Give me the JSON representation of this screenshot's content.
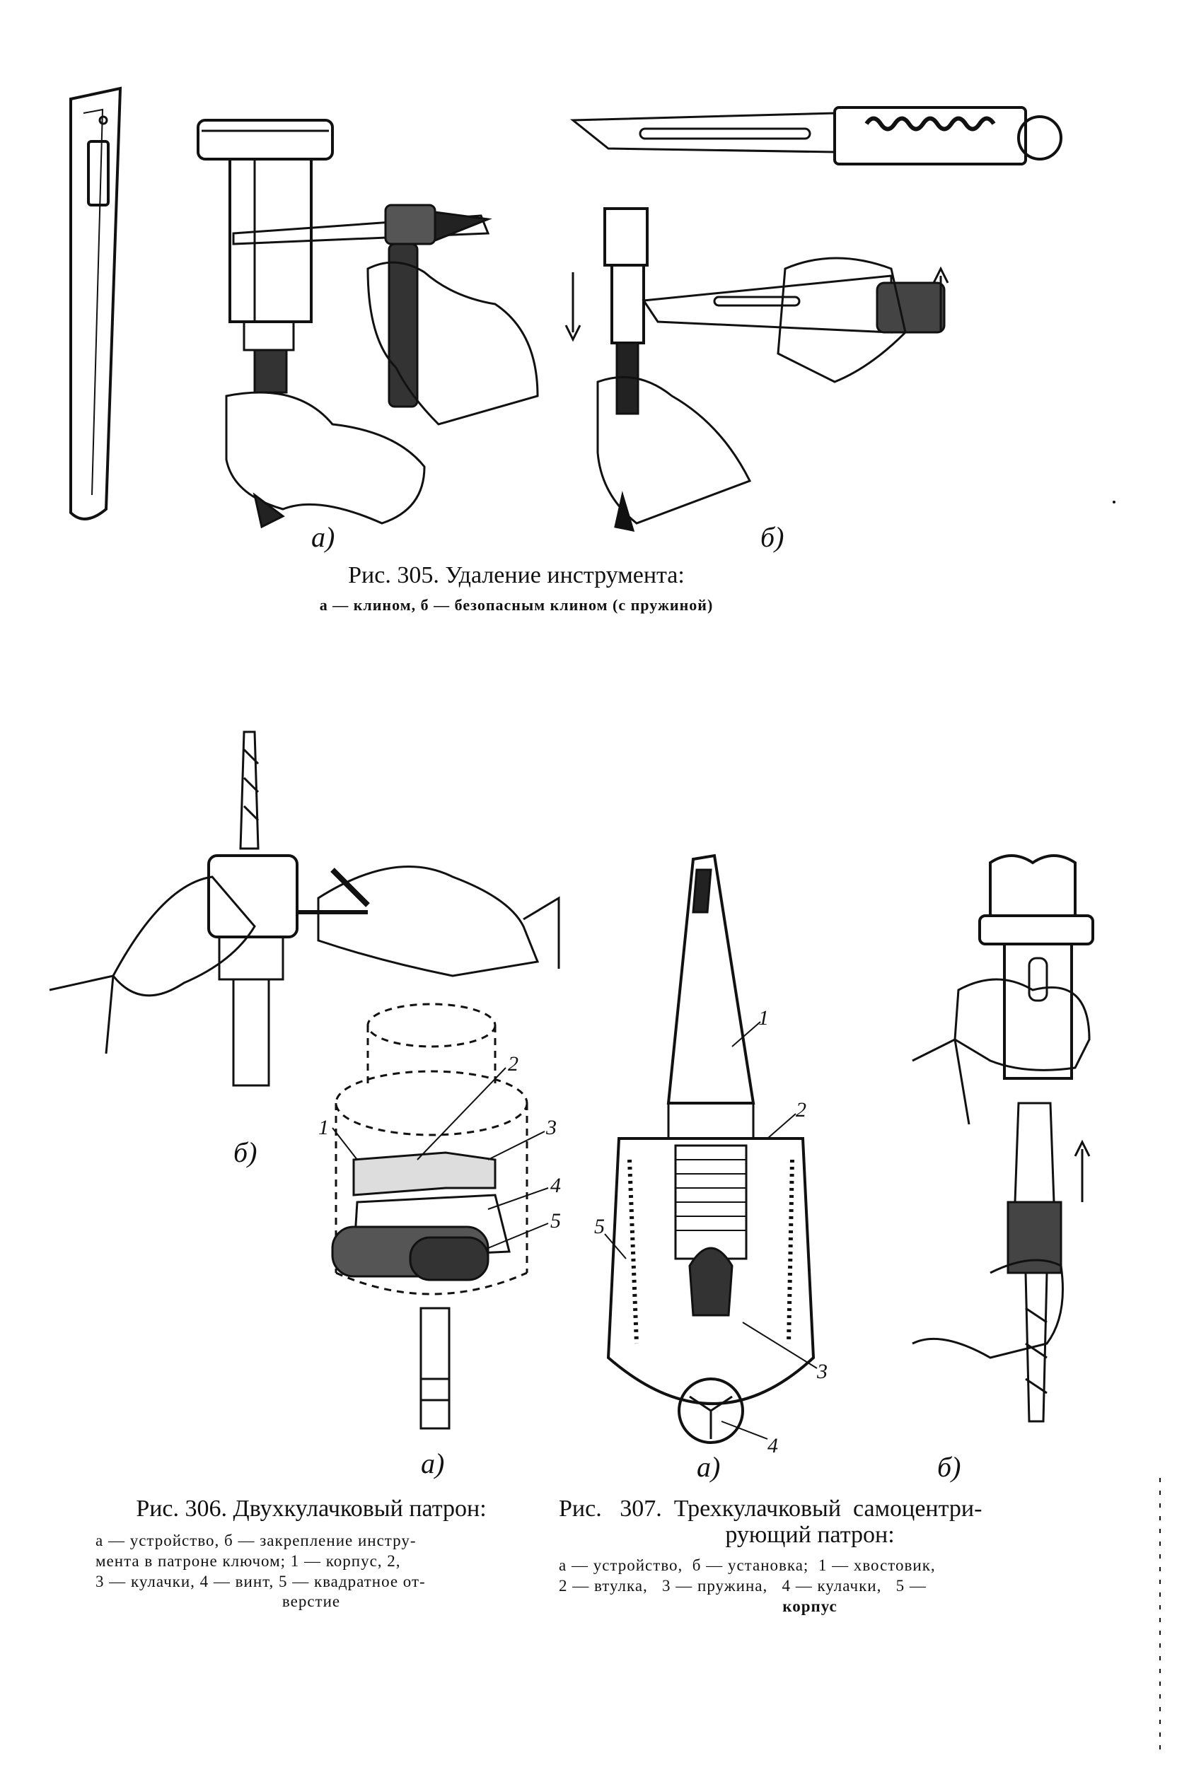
{
  "fig305": {
    "label_a": "а)",
    "label_b": "б)",
    "title": "Рис. 305. Удаление инструмента:",
    "desc": "а — клином, б — безопасным клином (с пружиной)"
  },
  "fig306": {
    "label_a": "а)",
    "label_b": "б)",
    "numbers": [
      "1",
      "2",
      "3",
      "4",
      "5"
    ],
    "title": "Рис. 306. Двухкулачковый патрон:",
    "desc_lines": [
      "а — устройство,  б — закрепление  инстру-",
      "мента  в  патроне  ключом;  1 — корпус,  2,",
      "3 — кулачки,  4 — винт,  5 — квадратное  от-",
      "верстие"
    ]
  },
  "fig307": {
    "label_a": "а)",
    "label_b": "б)",
    "numbers": [
      "1",
      "2",
      "3",
      "4",
      "5"
    ],
    "title_lines": [
      "Рис.   307.  Трехкулачковый  самоцентри-",
      "рующий  патрон:"
    ],
    "desc_lines": [
      "а — устройство,  б — установка;  1 — хвостовик,",
      "2 — втулка,   3 — пружина,   4 — кулачки,   5 —",
      "корпус"
    ]
  }
}
